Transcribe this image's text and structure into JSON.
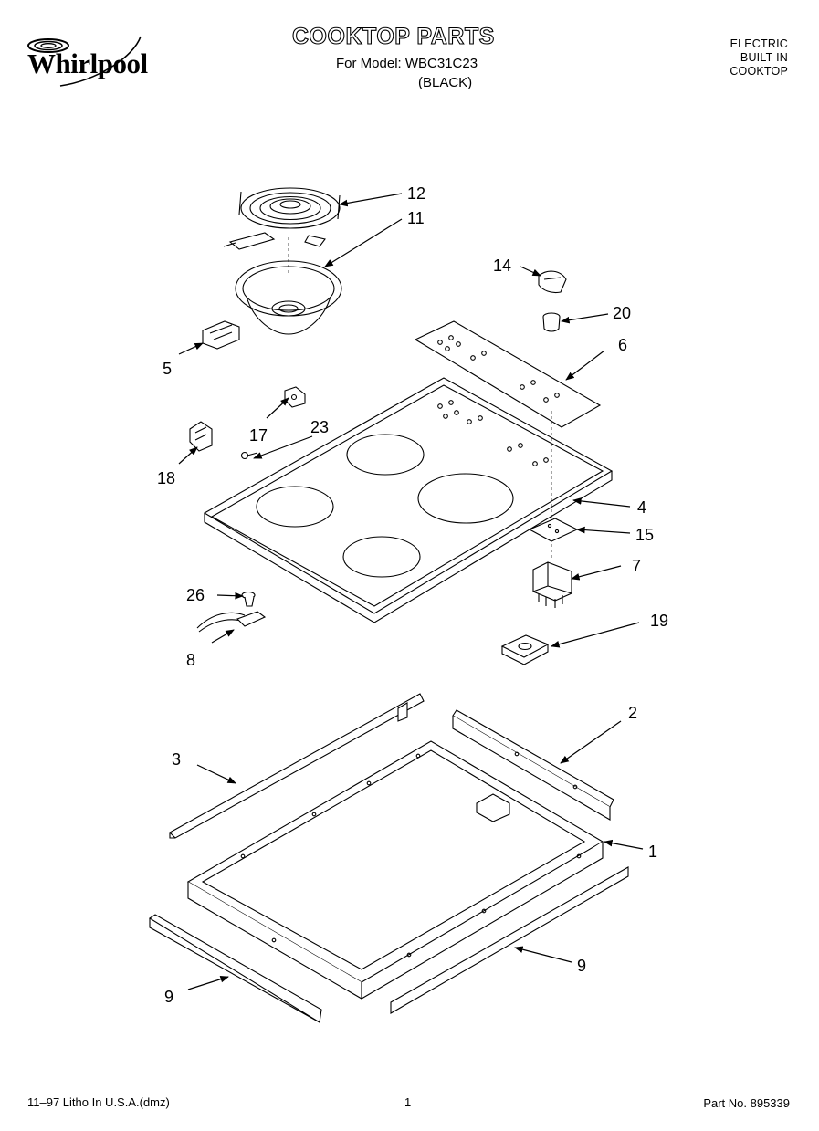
{
  "brand": {
    "name": "Whirlpool"
  },
  "header": {
    "title": "COOKTOP PARTS",
    "model_line": "For Model: WBC31C23",
    "variant": "(BLACK)",
    "product_type": [
      "ELECTRIC",
      "BUILT-IN",
      "COOKTOP"
    ]
  },
  "callouts": [
    {
      "id": "callout-12",
      "label": "12"
    },
    {
      "id": "callout-11",
      "label": "11"
    },
    {
      "id": "callout-14",
      "label": "14"
    },
    {
      "id": "callout-20",
      "label": "20"
    },
    {
      "id": "callout-6",
      "label": "6"
    },
    {
      "id": "callout-5",
      "label": "5"
    },
    {
      "id": "callout-17",
      "label": "17"
    },
    {
      "id": "callout-23",
      "label": "23"
    },
    {
      "id": "callout-18",
      "label": "18"
    },
    {
      "id": "callout-4",
      "label": "4"
    },
    {
      "id": "callout-15",
      "label": "15"
    },
    {
      "id": "callout-7",
      "label": "7"
    },
    {
      "id": "callout-26",
      "label": "26"
    },
    {
      "id": "callout-8",
      "label": "8"
    },
    {
      "id": "callout-19",
      "label": "19"
    },
    {
      "id": "callout-2",
      "label": "2"
    },
    {
      "id": "callout-3",
      "label": "3"
    },
    {
      "id": "callout-1",
      "label": "1"
    },
    {
      "id": "callout-9a",
      "label": "9"
    },
    {
      "id": "callout-9b",
      "label": "9"
    }
  ],
  "footer": {
    "print_info": "11–97 Litho In U.S.A.(dmz)",
    "page_number": "1",
    "part_number": "Part No. 895339"
  }
}
